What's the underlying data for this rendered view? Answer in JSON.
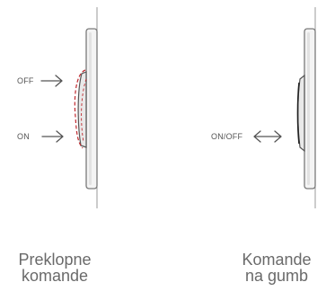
{
  "left_panel": {
    "off_label": "OFF",
    "on_label": "ON",
    "caption_line1": "Preklopne",
    "caption_line2": "komande"
  },
  "right_panel": {
    "onoff_label": "ON/OFF",
    "caption_line1": "Komande",
    "caption_line2": "na gumb"
  },
  "colors": {
    "wall": "#9a9a9a",
    "plate_fill": "#f4f4f4",
    "plate_stroke": "#7a7a7a",
    "arrow": "#555555",
    "highlight": "#c0282e",
    "text": "#6a6a6a"
  }
}
